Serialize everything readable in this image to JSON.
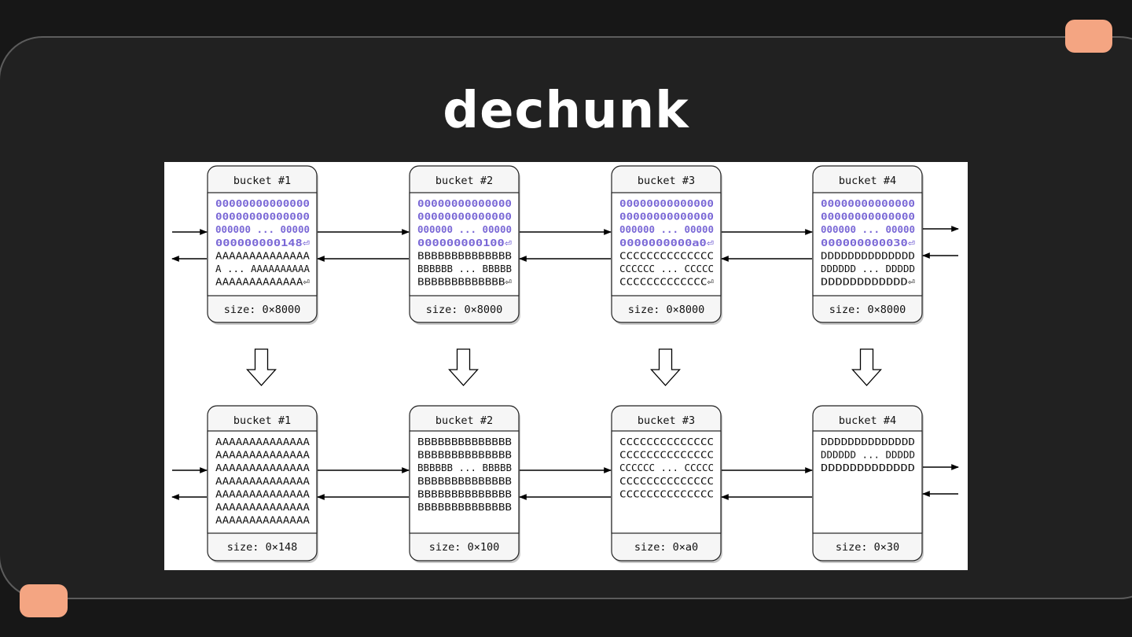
{
  "slide": {
    "title": "dechunk",
    "accent_color": "#f4a582"
  },
  "diagram": {
    "type": "bucket-chain",
    "data_color": "#7a68d6",
    "before": [
      {
        "label": "bucket #1",
        "header_lines": [
          "00000000000000",
          "00000000000000",
          "000000 ... 00000",
          "000000000148⏎"
        ],
        "data_lines": [
          "AAAAAAAAAAAAAA",
          "A ... AAAAAAAAAA",
          "AAAAAAAAAAAAA⏎"
        ],
        "size": "size: 0×8000"
      },
      {
        "label": "bucket #2",
        "header_lines": [
          "00000000000000",
          "00000000000000",
          "000000 ... 00000",
          "000000000100⏎"
        ],
        "data_lines": [
          "BBBBBBBBBBBBBB",
          "BBBBBB ... BBBBB",
          "BBBBBBBBBBBBB⏎"
        ],
        "size": "size: 0×8000"
      },
      {
        "label": "bucket #3",
        "header_lines": [
          "00000000000000",
          "00000000000000",
          "000000 ... 00000",
          "0000000000a0⏎"
        ],
        "data_lines": [
          "CCCCCCCCCCCCCC",
          "CCCCCC ... CCCCC",
          "CCCCCCCCCCCCC⏎"
        ],
        "size": "size: 0×8000"
      },
      {
        "label": "bucket #4",
        "header_lines": [
          "00000000000000",
          "00000000000000",
          "000000 ... 00000",
          "000000000030⏎"
        ],
        "data_lines": [
          "DDDDDDDDDDDDDD",
          "DDDDDD ... DDDDD",
          "DDDDDDDDDDDD⏎"
        ],
        "size": "size: 0×8000"
      }
    ],
    "after": [
      {
        "label": "bucket #1",
        "data_lines": [
          "AAAAAAAAAAAAAA",
          "AAAAAAAAAAAAAA",
          "AAAAAAAAAAAAAA",
          "AAAAAAAAAAAAAA",
          "AAAAAAAAAAAAAA",
          "AAAAAAAAAAAAAA",
          "AAAAAAAAAAAAAA"
        ],
        "size": "size: 0×148"
      },
      {
        "label": "bucket #2",
        "data_lines": [
          "BBBBBBBBBBBBBB",
          "BBBBBBBBBBBBBB",
          "BBBBBB ... BBBBB",
          "BBBBBBBBBBBBBB",
          "BBBBBBBBBBBBBB",
          "BBBBBBBBBBBBBB"
        ],
        "size": "size: 0×100"
      },
      {
        "label": "bucket #3",
        "data_lines": [
          "CCCCCCCCCCCCCC",
          "CCCCCCCCCCCCCC",
          "CCCCCC ... CCCCC",
          "CCCCCCCCCCCCCC",
          "CCCCCCCCCCCCCC"
        ],
        "size": "size: 0×a0"
      },
      {
        "label": "bucket #4",
        "data_lines": [
          "DDDDDDDDDDDDDD",
          "DDDDDD ... DDDDD",
          "DDDDDDDDDDDDD"
        ],
        "size": "size: 0×30"
      }
    ]
  }
}
